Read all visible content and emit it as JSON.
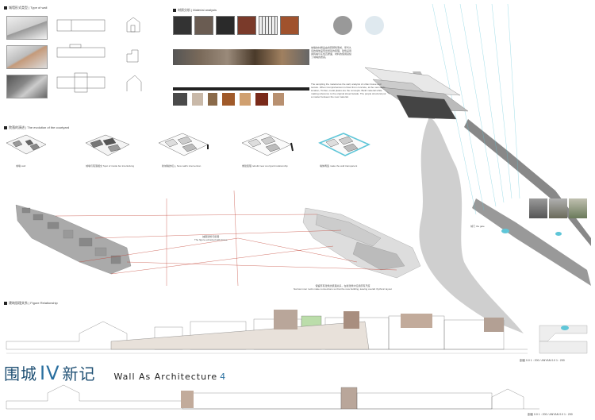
{
  "sections": {
    "wall_type": "城墙形式类型 | Type of wall",
    "material": "材质分析 | Material analysis",
    "courtyard": "院落的演进 | The evolution of the courtyard",
    "figure": "建筑肌理关系 | Figure Relationship"
  },
  "material_text": {
    "cn": "城墙的材质是由青砖砌筑而成，年代久远的墙体呈现出斑驳的肌理，建筑采用青砖墙与灰色瓦屋面，材料的使用延续了城墙的质感。",
    "en": "The sampling the material as the wall, analysis of urban tissue and texture. When Comprehension is fixed from concrete, at the new wall’s location, Timber, metal plates are the concepts. Build material while making reference to the original street facade. The purple structural put a master between the new material."
  },
  "evolution_steps": [
    {
      "cn": "城墙",
      "en": "wall"
    },
    {
      "cn": "城墙与院落相交",
      "en": "Spot of inside but interlocking"
    },
    {
      "cn": "新城墙的切入",
      "en": "New wall's intervention"
    },
    {
      "cn": "重建肌理",
      "en": "rebuild new courtyard relationship"
    },
    {
      "cn": "墙体再造",
      "en": "make the wall transparent"
    }
  ],
  "figure_notes": {
    "center_cn": "抽取建筑与街巷",
    "center_en": "The figure extracted with tissue",
    "bottom_cn": "保留原有建筑的肌理关系，在新建筑中沿用原有尺度",
    "bottom_en": "Narrow inner roofs make connections so that the new building, leaving overall rhythmic layout"
  },
  "site_labels": {
    "gate": "城门",
    "gate_en": "the gate"
  },
  "title": {
    "cn_a": "围城",
    "roman": "IV",
    "cn_b": "新记",
    "en": "Wall As Architecture",
    "num": "4"
  },
  "scales": {
    "section_top": "剖面  0.0  1 : 200  /  ANYAN  0.0  1 : 200",
    "section_bottom": "剖面  0.0  1 : 200  /  ANYAN  0.0  1 : 200"
  },
  "colors": {
    "accent": "#2a6f9f",
    "cyan": "#5fc6d8",
    "red_line": "#c0392b"
  }
}
